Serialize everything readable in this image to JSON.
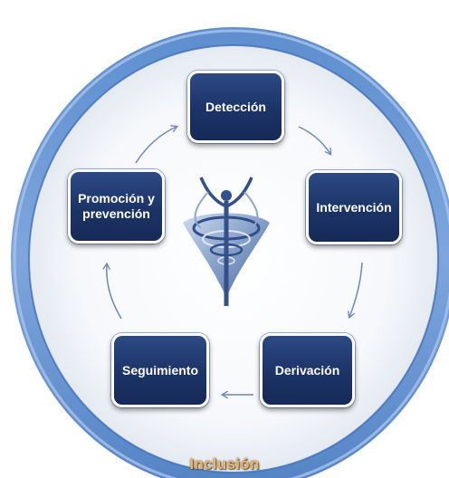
{
  "diagram": {
    "steps": [
      {
        "id": "deteccion",
        "label": "Detección"
      },
      {
        "id": "intervencion",
        "label": "Intervención"
      },
      {
        "id": "derivacion",
        "label": "Derivación"
      },
      {
        "id": "seguimiento",
        "label": "Seguimiento"
      },
      {
        "id": "promocion",
        "label": "Promoción y\nprevención"
      }
    ],
    "footer_label": "Inclusión",
    "center_logo": "caduceus-spiral-icon",
    "colors": {
      "ring_outer": "#6b93cc",
      "ring_inner": "#2f62b0",
      "box_fill": "#1c3366",
      "box_border": "#ffffff",
      "arrow": "#6c86b8",
      "footer_text": "#f2b35a"
    }
  }
}
